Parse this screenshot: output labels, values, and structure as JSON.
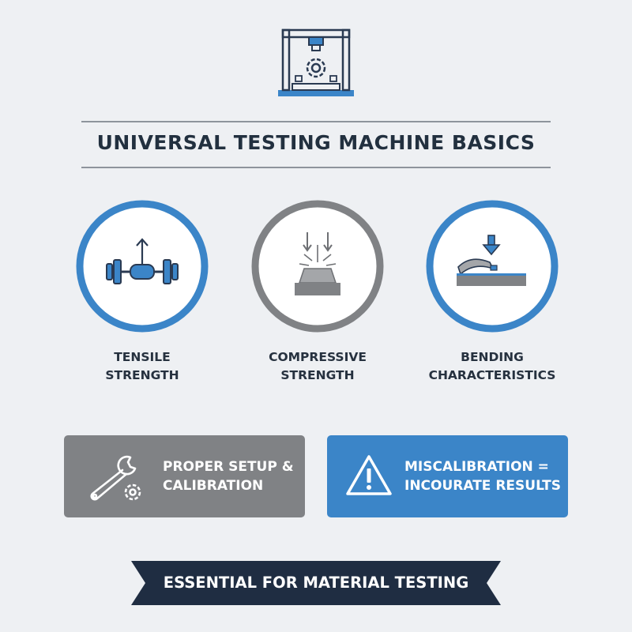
{
  "title": "UNIVERSAL TESTING MACHINE BASICS",
  "features": [
    {
      "label": "TENSILE\nSTRENGTH",
      "icon": "tensile-specimen-icon",
      "ring_color": "#3b85c8"
    },
    {
      "label": "COMPRESSIVE\nSTRENGTH",
      "icon": "compression-icon",
      "ring_color": "#808285"
    },
    {
      "label": "BENDING\nCHARACTERISTICS",
      "icon": "bending-beam-icon",
      "ring_color": "#3b85c8"
    }
  ],
  "cards": [
    {
      "text": "PROPER SETUP &\nCALIBRATION",
      "icon": "wrench-gear-icon",
      "color": "#808285"
    },
    {
      "text": "MISCALIBRATION =\nINCOURATE RESULTS",
      "icon": "warning-icon",
      "color": "#3b85c8"
    }
  ],
  "banner": {
    "text": "ESSENTIAL FOR MATERIAL TESTING",
    "color": "#1f2d42"
  },
  "colors": {
    "accent_blue": "#3b85c8",
    "gray": "#808285",
    "navy": "#1f2d42",
    "background": "#eef0f3"
  }
}
